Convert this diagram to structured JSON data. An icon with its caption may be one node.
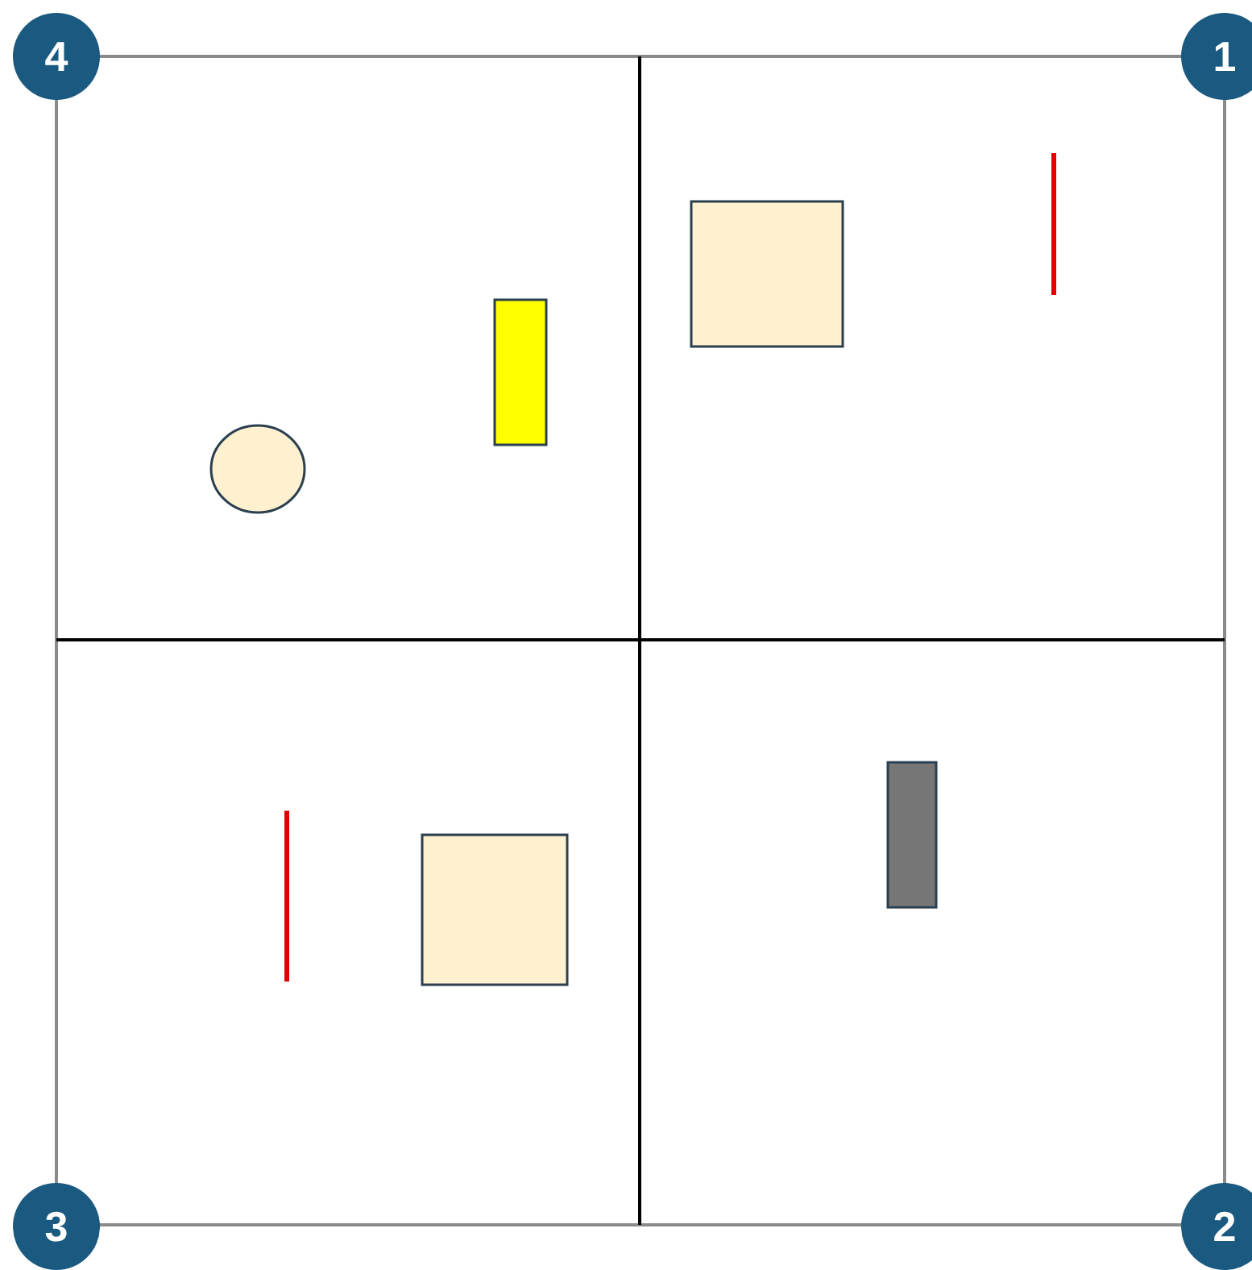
{
  "diagram": {
    "labels": [
      "4",
      "1",
      "3",
      "2"
    ]
  }
}
